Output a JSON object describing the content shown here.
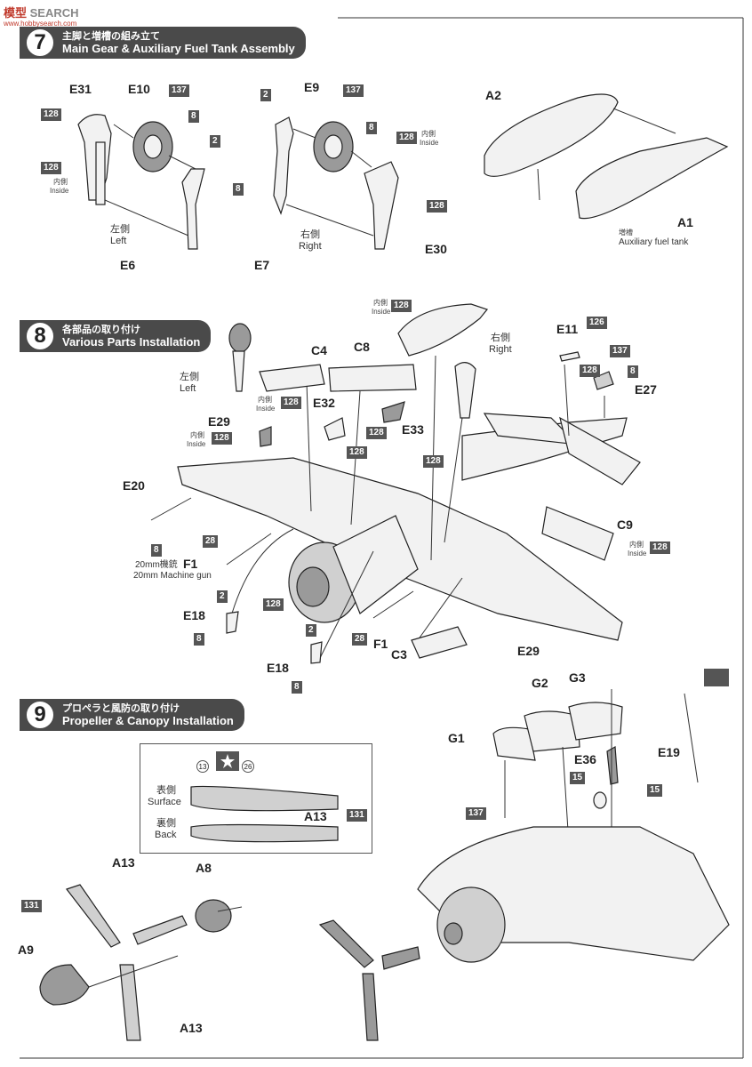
{
  "watermark": {
    "logo_text": "模型",
    "site": "SEARCH",
    "site_sub": "www.hobbysearch.com"
  },
  "steps": [
    {
      "number": "7",
      "title_jp": "主脚と増槽の組み立て",
      "title_en": "Main Gear & Auxiliary Fuel Tank Assembly"
    },
    {
      "number": "8",
      "title_jp": "各部品の取り付け",
      "title_en": "Various Parts Installation"
    },
    {
      "number": "9",
      "title_jp": "プロペラと風防の取り付け",
      "title_en": "Propeller & Canopy Installation"
    }
  ],
  "step7": {
    "left": {
      "jp": "左側",
      "en": "Left"
    },
    "right": {
      "jp": "右側",
      "en": "Right"
    },
    "inside_jp": "内側",
    "inside_en": "Inside",
    "tank_jp": "増槽",
    "tank_en": "Auxiliary fuel tank",
    "parts": [
      "E31",
      "E10",
      "E6",
      "E9",
      "E7",
      "E30",
      "A2",
      "A1"
    ],
    "paints": [
      "128",
      "137",
      "8",
      "2"
    ]
  },
  "step8": {
    "left": {
      "jp": "左側",
      "en": "Left"
    },
    "right": {
      "jp": "右側",
      "en": "Right"
    },
    "inside_jp": "内側",
    "inside_en": "Inside",
    "gun_jp": "20mm機銃",
    "gun_en": "20mm Machine gun",
    "parts": [
      "C4",
      "C8",
      "E32",
      "E29",
      "E33",
      "E11",
      "E27",
      "E20",
      "F1",
      "C9",
      "E18",
      "C3"
    ],
    "paints": [
      "128",
      "126",
      "137",
      "8",
      "28",
      "2"
    ]
  },
  "step9": {
    "surface_jp": "表側",
    "surface_en": "Surface",
    "back_jp": "裏側",
    "back_en": "Back",
    "parts": [
      "A13",
      "A8",
      "A9",
      "G1",
      "G2",
      "G3",
      "E36",
      "E19"
    ],
    "paints": [
      "131",
      "137",
      "15"
    ],
    "decals": [
      "13",
      "26"
    ]
  }
}
